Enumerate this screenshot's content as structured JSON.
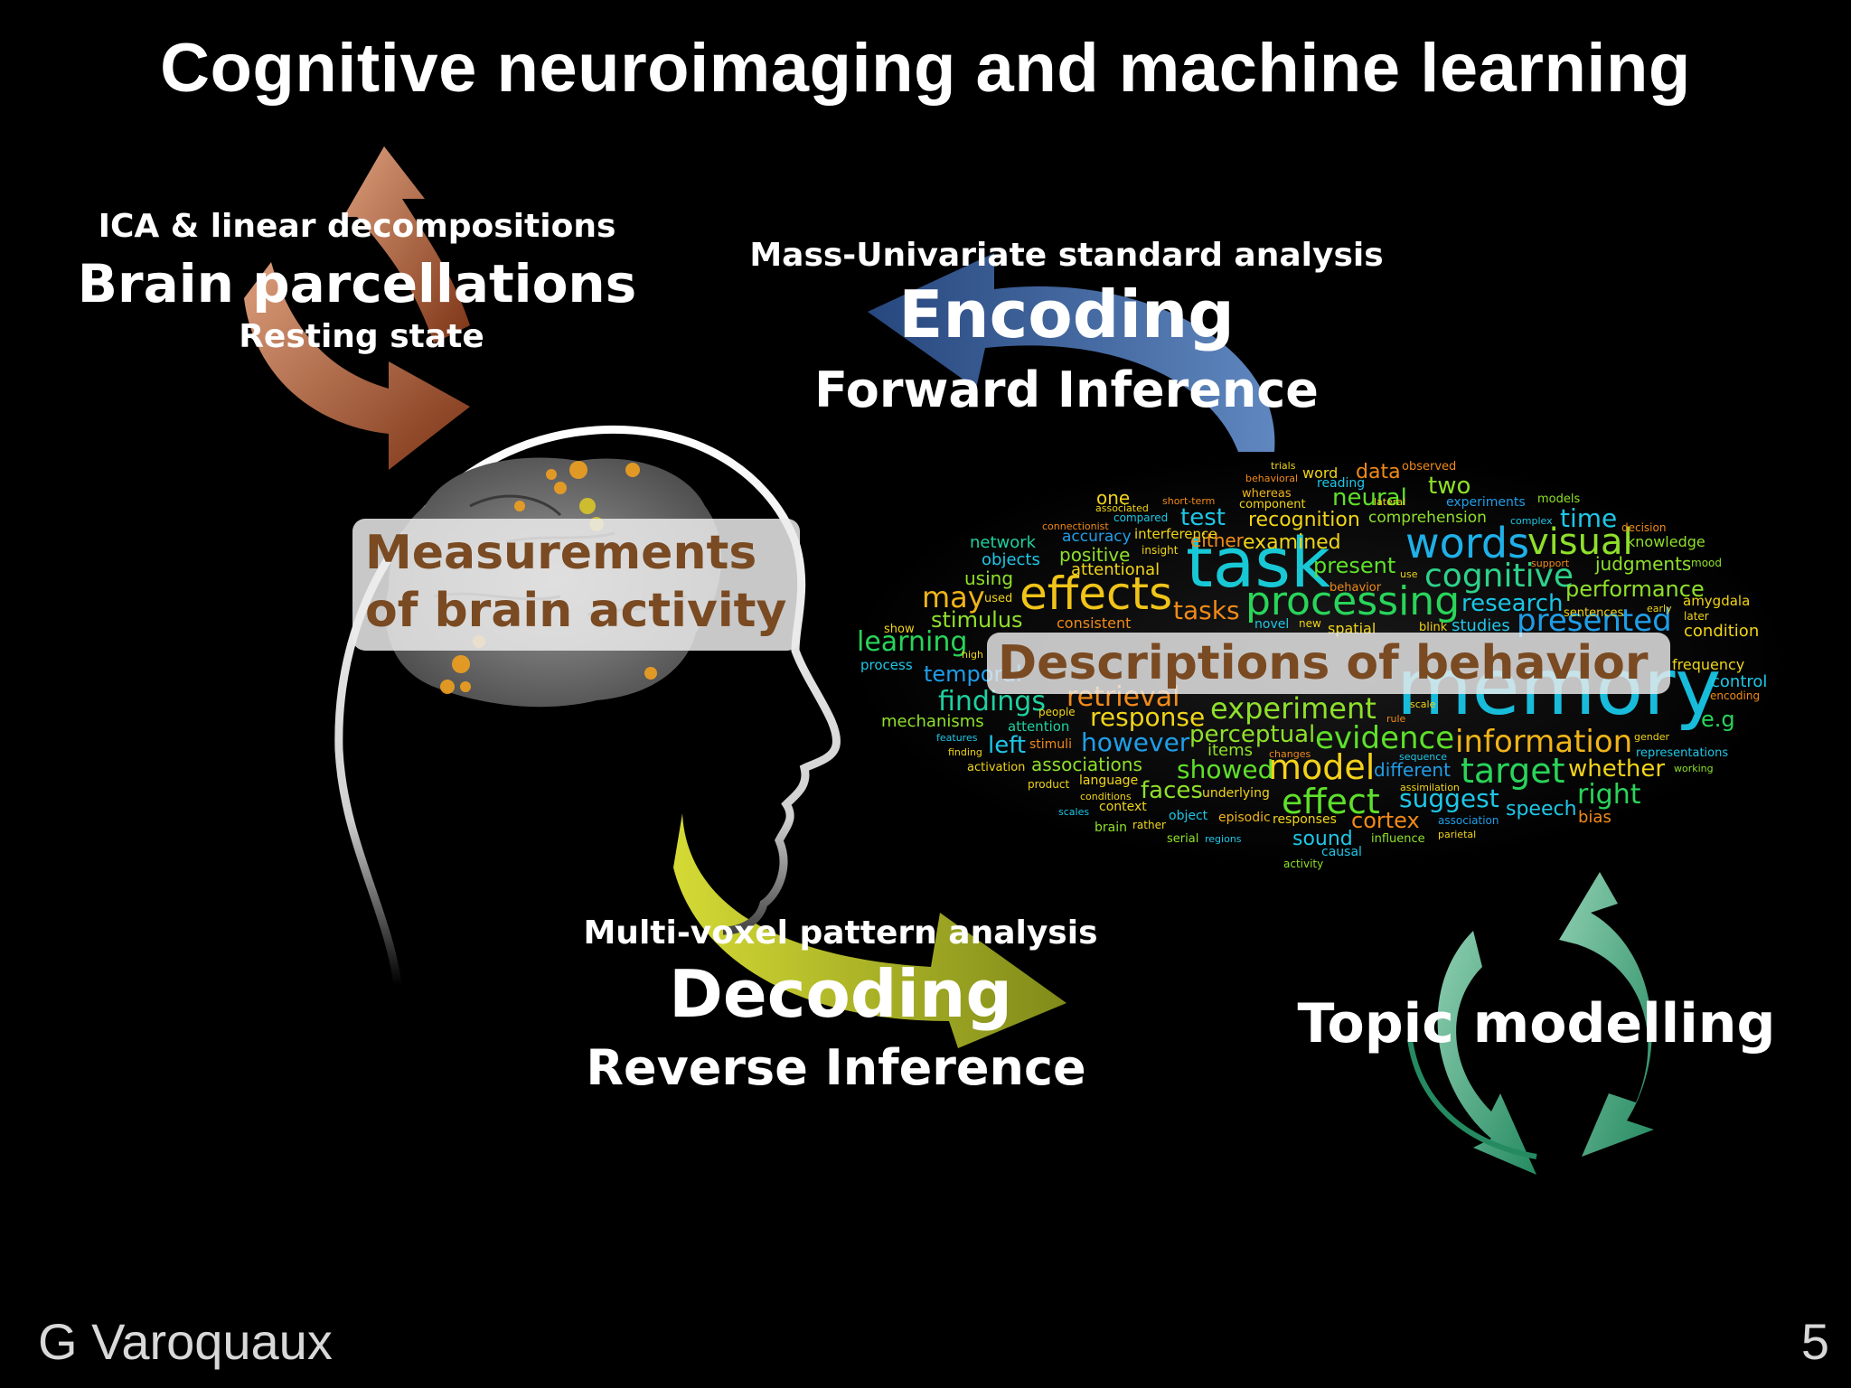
{
  "slide": {
    "title": "Cognitive neuroimaging and machine learning",
    "footer_author": "G Varoquaux",
    "page_number": "5"
  },
  "parcellation": {
    "line1": "ICA & linear decompositions",
    "line2": "Brain parcellations",
    "line3": "Resting state",
    "arrow_color": "#c86a3e"
  },
  "encoding": {
    "line1": "Mass-Univariate standard analysis",
    "line2": "Encoding",
    "line3": "Forward Inference",
    "arrow_color": "#4d78b8"
  },
  "decoding": {
    "line1": "Multi-voxel pattern analysis",
    "line2": "Decoding",
    "line3": "Reverse Inference",
    "arrow_color": "#b8c22a"
  },
  "topic": {
    "label": "Topic modelling",
    "arrow_color": "#3fae86"
  },
  "brain_box": {
    "line1": "Measurements",
    "line2": "of brain activity"
  },
  "behavior_box": {
    "label": "Descriptions of behavior"
  },
  "wordcloud": [
    {
      "t": "task",
      "c": "#19d3e0"
    },
    {
      "t": "memory",
      "c": "#19c6e6"
    },
    {
      "t": "effects",
      "c": "#f0c419"
    },
    {
      "t": "words",
      "c": "#1fb0e8"
    },
    {
      "t": "processing",
      "c": "#29d45a"
    },
    {
      "t": "visual",
      "c": "#8fe02a"
    },
    {
      "t": "cognitive",
      "c": "#2ed18a"
    },
    {
      "t": "model",
      "c": "#f4d21a"
    },
    {
      "t": "effect",
      "c": "#5ee02a"
    },
    {
      "t": "target",
      "c": "#29d45a"
    },
    {
      "t": "information",
      "c": "#f0b419"
    },
    {
      "t": "evidence",
      "c": "#5ee02a"
    },
    {
      "t": "experiment",
      "c": "#8fe02a"
    },
    {
      "t": "presented",
      "c": "#1f9ee8"
    },
    {
      "t": "research",
      "c": "#19c6e6"
    },
    {
      "t": "findings",
      "c": "#1fd0a0"
    },
    {
      "t": "however",
      "c": "#1f9ee8"
    },
    {
      "t": "response",
      "c": "#f0d419"
    },
    {
      "t": "retrieval",
      "c": "#f08a19"
    },
    {
      "t": "learning",
      "c": "#29d45a"
    },
    {
      "t": "may",
      "c": "#f0b419"
    },
    {
      "t": "tasks",
      "c": "#f08a19"
    },
    {
      "t": "stimulus",
      "c": "#8fe02a"
    },
    {
      "t": "perceptual",
      "c": "#8fe02a"
    },
    {
      "t": "showed",
      "c": "#5ee02a"
    },
    {
      "t": "suggest",
      "c": "#1fc6e6"
    },
    {
      "t": "right",
      "c": "#29d45a"
    },
    {
      "t": "whether",
      "c": "#f0d419"
    },
    {
      "t": "faces",
      "c": "#8fe02a"
    },
    {
      "t": "cortex",
      "c": "#f08a19"
    },
    {
      "t": "sound",
      "c": "#1fc6e6"
    },
    {
      "t": "time",
      "c": "#1fc6e6"
    },
    {
      "t": "test",
      "c": "#1fc6e6"
    },
    {
      "t": "neural",
      "c": "#5ee02a"
    },
    {
      "t": "two",
      "c": "#8fe02a"
    },
    {
      "t": "data",
      "c": "#f08a19"
    },
    {
      "t": "recognition",
      "c": "#f0d419"
    },
    {
      "t": "comprehension",
      "c": "#8fe02a"
    },
    {
      "t": "performance",
      "c": "#8fe02a"
    },
    {
      "t": "judgments",
      "c": "#8fe02a"
    },
    {
      "t": "knowledge",
      "c": "#8fe02a"
    },
    {
      "t": "condition",
      "c": "#f0d419"
    },
    {
      "t": "control",
      "c": "#1fc6e6"
    },
    {
      "t": "e.g",
      "c": "#29d45a"
    },
    {
      "t": "left",
      "c": "#1fc6e6"
    },
    {
      "t": "associations",
      "c": "#8fe02a"
    },
    {
      "t": "speech",
      "c": "#1fc6e6"
    },
    {
      "t": "bias",
      "c": "#f08a19"
    },
    {
      "t": "positive",
      "c": "#8fe02a"
    },
    {
      "t": "present",
      "c": "#5ee02a"
    },
    {
      "t": "examined",
      "c": "#f0d419"
    },
    {
      "t": "accuracy",
      "c": "#1f9ee8"
    },
    {
      "t": "attentional",
      "c": "#f0d419"
    },
    {
      "t": "using",
      "c": "#8fe02a"
    },
    {
      "t": "network",
      "c": "#1fd0a0"
    },
    {
      "t": "objects",
      "c": "#1fc6e6"
    },
    {
      "t": "one",
      "c": "#f0d419"
    },
    {
      "t": "either",
      "c": "#f08a19"
    },
    {
      "t": "interference",
      "c": "#f0d419"
    },
    {
      "t": "different",
      "c": "#1f9ee8"
    },
    {
      "t": "items",
      "c": "#8fe02a"
    },
    {
      "t": "underlying",
      "c": "#f0d419"
    },
    {
      "t": "mechanisms",
      "c": "#8fe02a"
    },
    {
      "t": "attention",
      "c": "#1fd0a0"
    },
    {
      "t": "process",
      "c": "#1fc6e6"
    },
    {
      "t": "temporal",
      "c": "#1f9ee8"
    },
    {
      "t": "experiments",
      "c": "#1f9ee8"
    },
    {
      "t": "models",
      "c": "#8fe02a"
    },
    {
      "t": "reading",
      "c": "#1fc6e6"
    },
    {
      "t": "word",
      "c": "#f0d419"
    },
    {
      "t": "observed",
      "c": "#f08a19"
    },
    {
      "t": "component",
      "c": "#f0d419"
    },
    {
      "t": "whereas",
      "c": "#f0b419"
    },
    {
      "t": "trials",
      "c": "#f0d419"
    },
    {
      "t": "behavioral",
      "c": "#f08a19"
    },
    {
      "t": "mood",
      "c": "#8fe02a"
    },
    {
      "t": "amygdala",
      "c": "#f0d419"
    },
    {
      "t": "encoding",
      "c": "#f08a19"
    },
    {
      "t": "representations",
      "c": "#1fc6e6"
    },
    {
      "t": "working",
      "c": "#8fe02a"
    },
    {
      "t": "spatial",
      "c": "#f0d419"
    },
    {
      "t": "studies",
      "c": "#1fc6e6"
    },
    {
      "t": "consistent",
      "c": "#f08a19"
    },
    {
      "t": "novel",
      "c": "#1fc6e6"
    },
    {
      "t": "language",
      "c": "#f0d419"
    },
    {
      "t": "context",
      "c": "#f0d419"
    },
    {
      "t": "brain",
      "c": "#8fe02a"
    },
    {
      "t": "rather",
      "c": "#f0d419"
    },
    {
      "t": "object",
      "c": "#1fc6e6"
    },
    {
      "t": "episodic",
      "c": "#f0b419"
    },
    {
      "t": "responses",
      "c": "#f0d419"
    },
    {
      "t": "serial",
      "c": "#8fe02a"
    },
    {
      "t": "regions",
      "c": "#1fc6e6"
    },
    {
      "t": "influence",
      "c": "#8fe02a"
    },
    {
      "t": "causal",
      "c": "#1fc6e6"
    },
    {
      "t": "activity",
      "c": "#8fe02a"
    },
    {
      "t": "parietal",
      "c": "#f0d419"
    },
    {
      "t": "association",
      "c": "#1f9ee8"
    },
    {
      "t": "stimuli",
      "c": "#f08a19"
    },
    {
      "t": "activation",
      "c": "#f0d419"
    },
    {
      "t": "product",
      "c": "#f0d419"
    },
    {
      "t": "conditions",
      "c": "#f0d419"
    },
    {
      "t": "scales",
      "c": "#1fc6e6"
    },
    {
      "t": "people",
      "c": "#f0d419"
    },
    {
      "t": "features",
      "c": "#1fc6e6"
    },
    {
      "t": "finding",
      "c": "#f0d419"
    },
    {
      "t": "show",
      "c": "#f0d419"
    },
    {
      "t": "used",
      "c": "#f0d419"
    },
    {
      "t": "insight",
      "c": "#f0d419"
    },
    {
      "t": "compared",
      "c": "#1fc6e6"
    },
    {
      "t": "associated",
      "c": "#f0d419"
    },
    {
      "t": "short-term",
      "c": "#f08a19"
    },
    {
      "t": "connectionist",
      "c": "#f08a19"
    },
    {
      "t": "lateral",
      "c": "#f0d419"
    },
    {
      "t": "complex",
      "c": "#1fc6e6"
    },
    {
      "t": "decision",
      "c": "#f08a19"
    },
    {
      "t": "frequency",
      "c": "#f0d419"
    },
    {
      "t": "later",
      "c": "#f0d419"
    },
    {
      "t": "early",
      "c": "#f0d419"
    },
    {
      "t": "sentences",
      "c": "#f0d419"
    },
    {
      "t": "blink",
      "c": "#f0d419"
    },
    {
      "t": "new",
      "c": "#f0d419"
    },
    {
      "t": "behavior",
      "c": "#f08a19"
    },
    {
      "t": "use",
      "c": "#f0d419"
    },
    {
      "t": "support",
      "c": "#f08a19"
    },
    {
      "t": "sequence",
      "c": "#1fc6e6"
    },
    {
      "t": "changes",
      "c": "#f08a19"
    },
    {
      "t": "gender",
      "c": "#f0d419"
    },
    {
      "t": "assimilation",
      "c": "#f0d419"
    },
    {
      "t": "rule",
      "c": "#f08a19"
    },
    {
      "t": "scale",
      "c": "#f0d419"
    },
    {
      "t": "high",
      "c": "#f0d419"
    }
  ]
}
